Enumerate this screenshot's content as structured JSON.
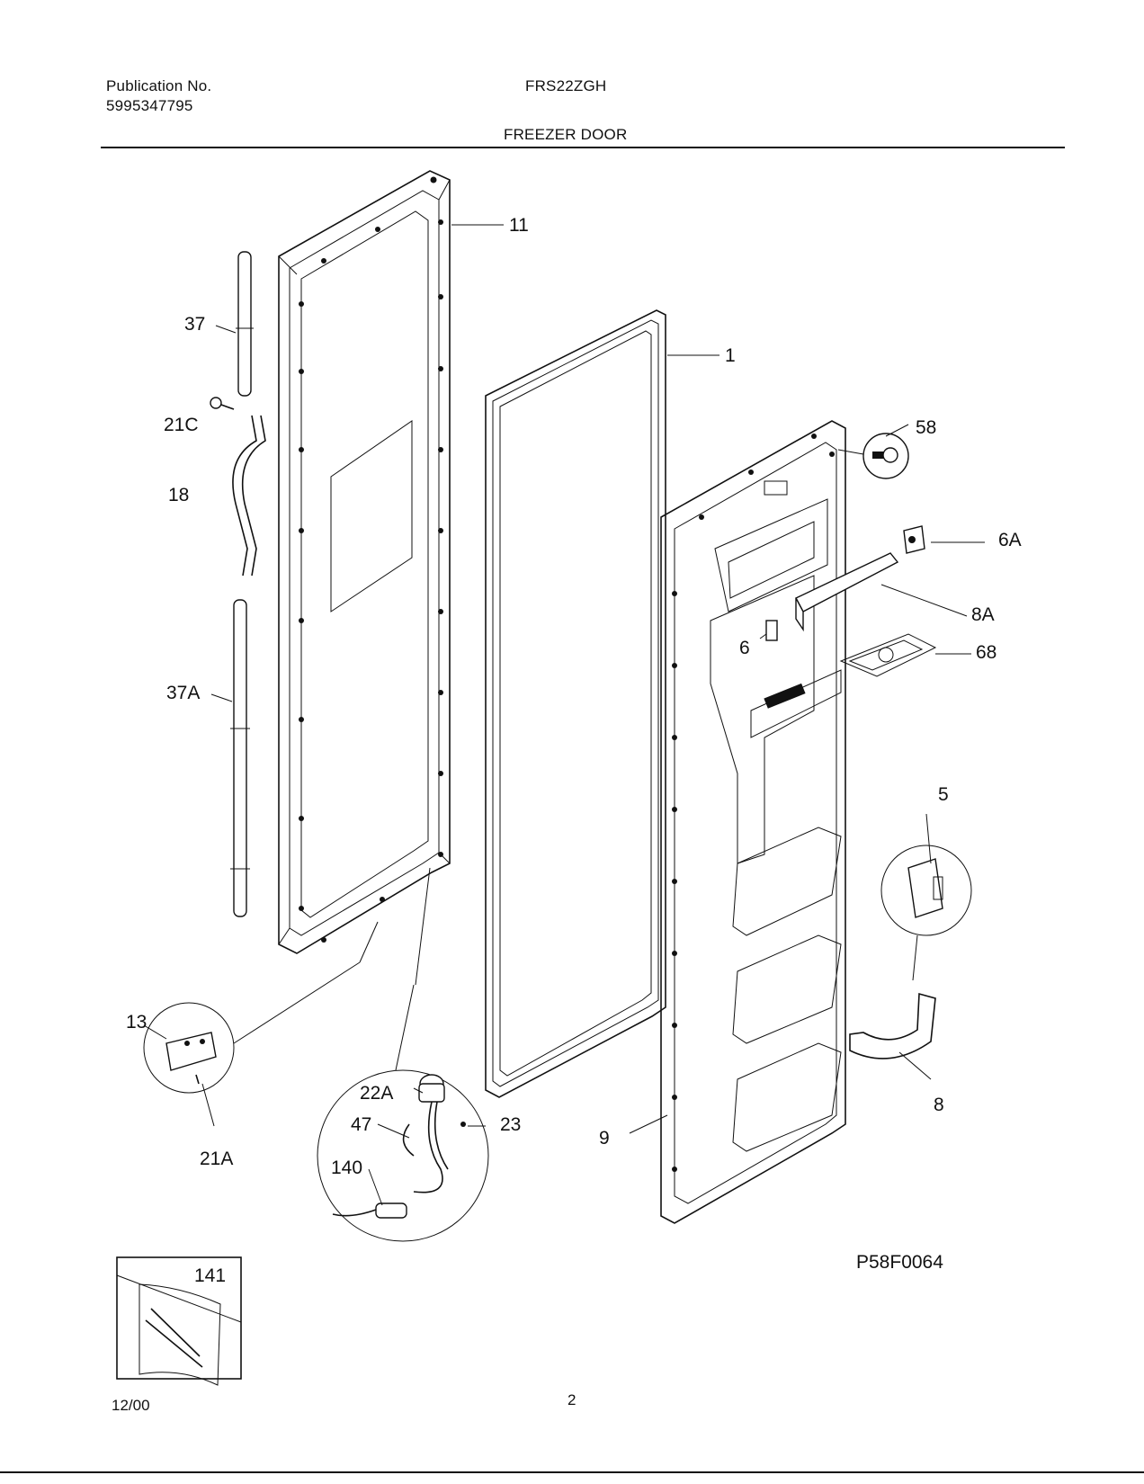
{
  "header": {
    "publication_label": "Publication No.",
    "publication_number": "5995347795",
    "model": "FRS22ZGH",
    "section_title": "FREEZER DOOR"
  },
  "callouts": {
    "c11": "11",
    "c1": "1",
    "c37": "37",
    "c21c": "21C",
    "c18": "18",
    "c37a": "37A",
    "c58": "58",
    "c6a": "6A",
    "c8a": "8A",
    "c6": "6",
    "c68": "68",
    "c5": "5",
    "c13": "13",
    "c21a": "21A",
    "c22a": "22A",
    "c47": "47",
    "c23": "23",
    "c140": "140",
    "c9": "9",
    "c8": "8",
    "c141": "141"
  },
  "diagram_ref": "P58F0064",
  "footer": {
    "date": "12/00",
    "page": "2"
  }
}
